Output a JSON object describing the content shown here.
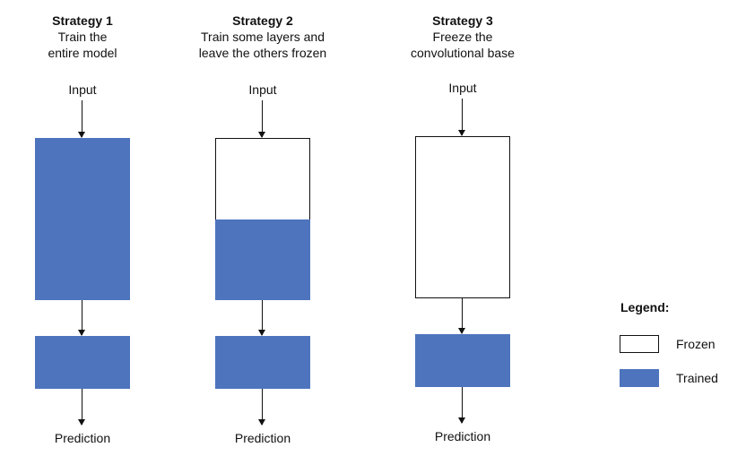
{
  "strategies": [
    {
      "name": "Strategy 1",
      "line1": "Train the",
      "line2": "entire model",
      "input": "Input",
      "output": "Prediction"
    },
    {
      "name": "Strategy 2",
      "line1": "Train some layers and",
      "line2": "leave the others frozen",
      "input": "Input",
      "output": "Prediction"
    },
    {
      "name": "Strategy 3",
      "line1": "Freeze the",
      "line2": "convolutional base",
      "input": "Input",
      "output": "Prediction"
    }
  ],
  "legend": {
    "title": "Legend:",
    "frozen_label": "Frozen",
    "trained_label": "Trained"
  },
  "colors": {
    "trained": "#4d74bd",
    "frozen": "#ffffff",
    "outline": "#111111"
  }
}
